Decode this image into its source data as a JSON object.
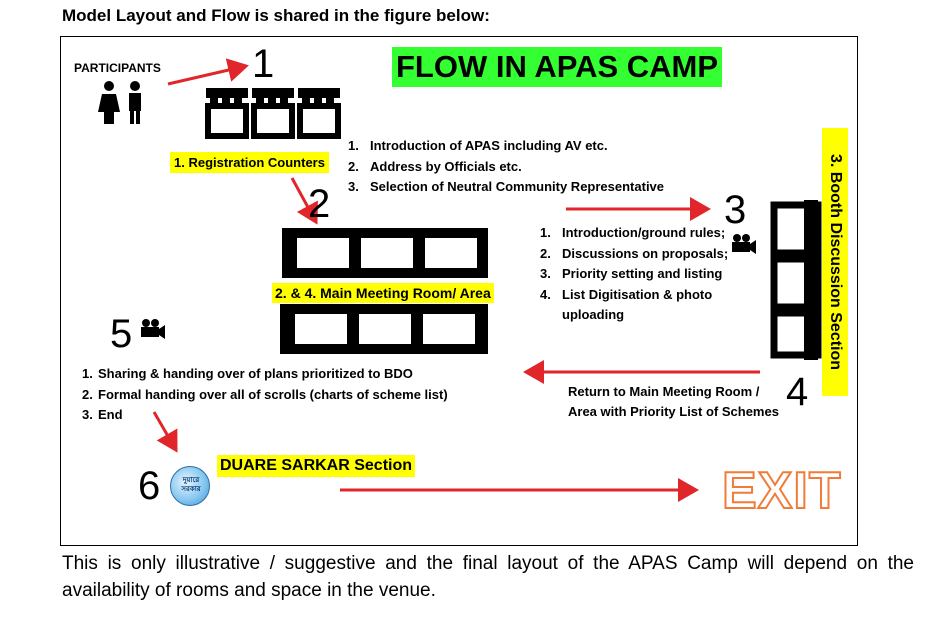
{
  "heading": "Model Layout and Flow is shared in the figure below:",
  "diagram": {
    "title": "FLOW IN APAS CAMP",
    "participants_label": "PARTICIPANTS",
    "registration_label": "1. Registration Counters",
    "main_room_label": "2. & 4. Main Meeting Room/ Area",
    "booth_section_label": "3. Booth Discussion Section",
    "duare_label": "DUARE SARKAR Section",
    "logo_text": "দুয়ারে সরকার",
    "exit_label": "EXIT",
    "step_numbers": [
      "1",
      "2",
      "3",
      "4",
      "5",
      "6"
    ],
    "step2_list": [
      {
        "n": "1.",
        "text": "Introduction of APAS including AV etc."
      },
      {
        "n": "2.",
        "text": "Address by Officials etc."
      },
      {
        "n": "3.",
        "text": "Selection of Neutral Community Representative"
      }
    ],
    "step3_list": [
      {
        "n": "1.",
        "text": "Introduction/ground rules;"
      },
      {
        "n": "2.",
        "text": "Discussions on proposals;"
      },
      {
        "n": "3.",
        "text": "Priority setting and listing"
      },
      {
        "n": "4.",
        "text": "List Digitisation & photo"
      },
      {
        "n": "",
        "text": "uploading"
      }
    ],
    "return_text": [
      "Return to Main Meeting Room /",
      "Area with Priority List of Schemes"
    ],
    "step5_list": [
      {
        "n": "1.",
        "text": "Sharing & handing over of plans prioritized to BDO"
      },
      {
        "n": "2.",
        "text": "Formal handing over all of scrolls (charts of scheme list)"
      },
      {
        "n": "3.",
        "text": "End"
      }
    ],
    "colors": {
      "highlight": "#ffff00",
      "title_bg": "#33ff33",
      "arrow": "#e0262b",
      "exit": "#f07c3a"
    }
  },
  "footnote": "This is only illustrative / suggestive and the final layout of the APAS Camp will depend on the availability of rooms and space in the venue."
}
